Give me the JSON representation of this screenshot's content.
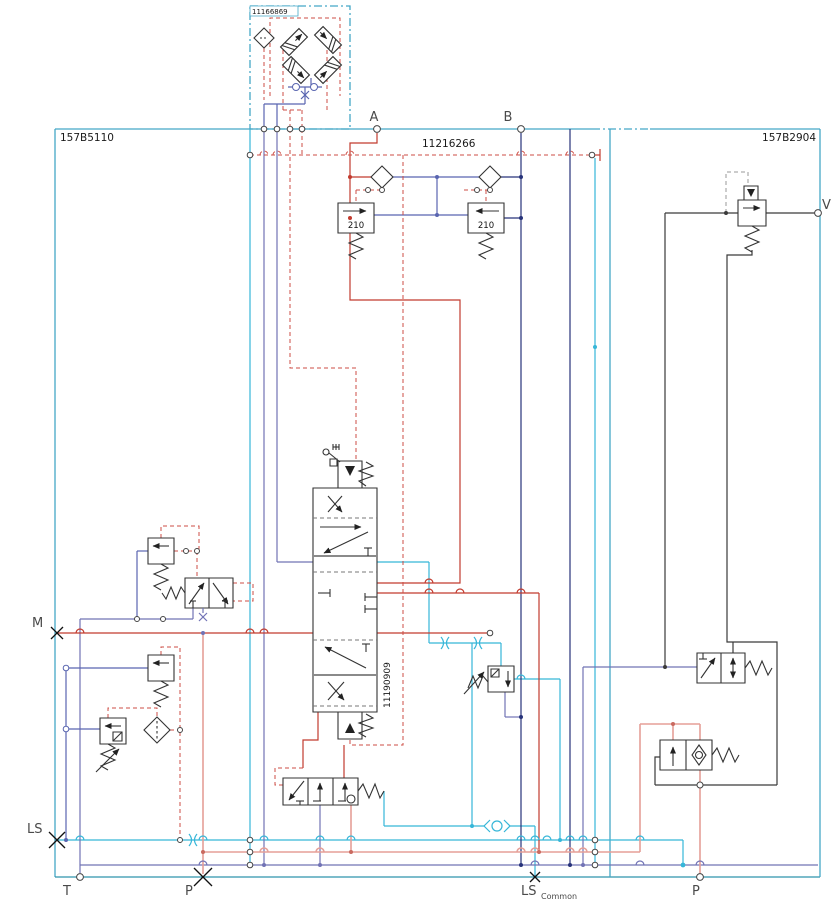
{
  "sections": {
    "pilot_module": {
      "part_number": "11166869"
    },
    "left_manifold": {
      "part_number": "157B5110"
    },
    "mid_block": {
      "part_number": "11216266"
    },
    "right_manifold": {
      "part_number": "157B2904"
    },
    "main_spool": {
      "part_number": "11190909"
    }
  },
  "settings": {
    "relief_left": "210",
    "relief_right": "210"
  },
  "ports": {
    "a": "A",
    "b": "B",
    "v": "V",
    "m": "M",
    "ls": "LS",
    "t": "T",
    "p_left": "P",
    "ls_common": "LS",
    "ls_common_sub": "Common",
    "p_right": "P"
  },
  "colors": {
    "section_border": "#45a7c7",
    "bottom_border": "#2f93ac",
    "ls_cyan": "#36b6d8",
    "purple": "#7173b5",
    "blue": "#5965b0",
    "navy": "#27337a",
    "red": "#c23b2e",
    "pilot_dashed_red": "#cd4d44",
    "p_salmon": "#e59f97",
    "black_lines": "#3a3a3a"
  }
}
